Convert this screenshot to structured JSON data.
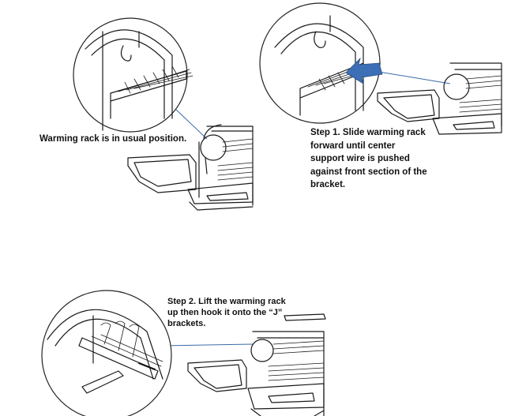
{
  "captions": {
    "usual": "Warming rack is in usual position.",
    "step1": "Step 1. Slide warming rack forward until center support wire is pushed against front section of the bracket.",
    "step2": "Step 2. Lift the warming rack up then hook it onto the “J” brackets."
  },
  "colors": {
    "callout_line": "#3b6aa8",
    "arrow_fill": "#3d6fb6",
    "ink": "#1a1a1a"
  },
  "icons": {
    "step1_arrow": "arrow-left-icon"
  }
}
